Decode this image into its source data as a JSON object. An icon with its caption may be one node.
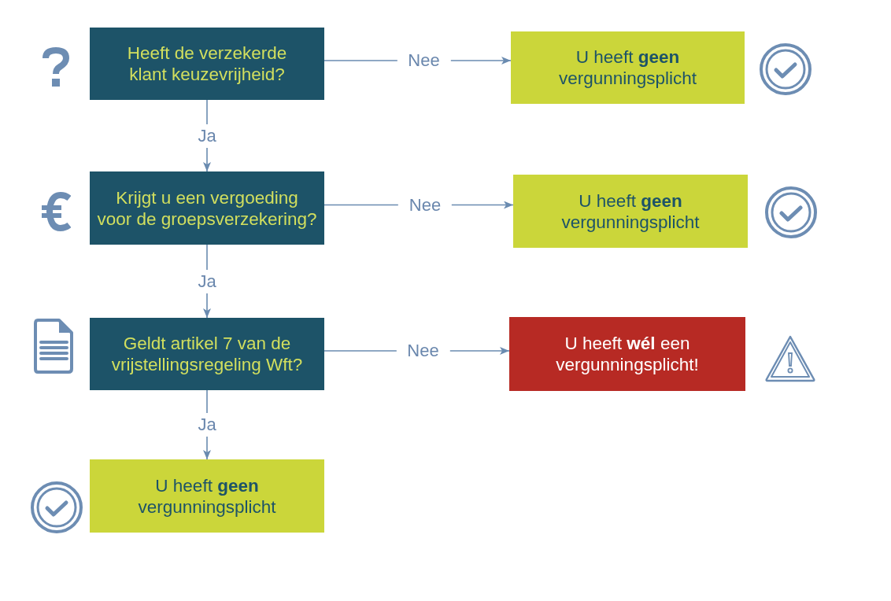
{
  "diagram": {
    "nodes": [
      {
        "text": [
          "Heeft de verzekerde klant keuzevrijheid?"
        ]
      },
      {
        "text": [
          "U heeft **geen** vergunningsplicht"
        ]
      },
      {
        "text": [
          "Krijgt u een vergoeding voor de groepsverzekering?"
        ]
      },
      {
        "text": [
          "U heeft **geen** vergunningsplicht"
        ]
      },
      {
        "text": [
          "Geldt artikel 7 van de vrijstellingsregeling Wft?"
        ]
      },
      {
        "text": [
          "U heeft **wél** een vergunningsplicht!"
        ]
      },
      {
        "text": [
          "U heeft **geen** vergunningsplicht"
        ]
      }
    ],
    "edges": [
      {
        "from": 0,
        "to": 1,
        "arrow": "to",
        "label": "Nee"
      },
      {
        "from": 0,
        "to": 2,
        "arrow": "to",
        "label": "Ja"
      },
      {
        "from": 2,
        "to": 3,
        "arrow": "to",
        "label": "Nee"
      },
      {
        "from": 2,
        "to": 4,
        "arrow": "to",
        "label": "Ja"
      },
      {
        "from": 4,
        "to": 5,
        "arrow": "to",
        "label": "Nee"
      },
      {
        "from": 4,
        "to": 6,
        "arrow": "to",
        "label": "Ja"
      }
    ]
  }
}
